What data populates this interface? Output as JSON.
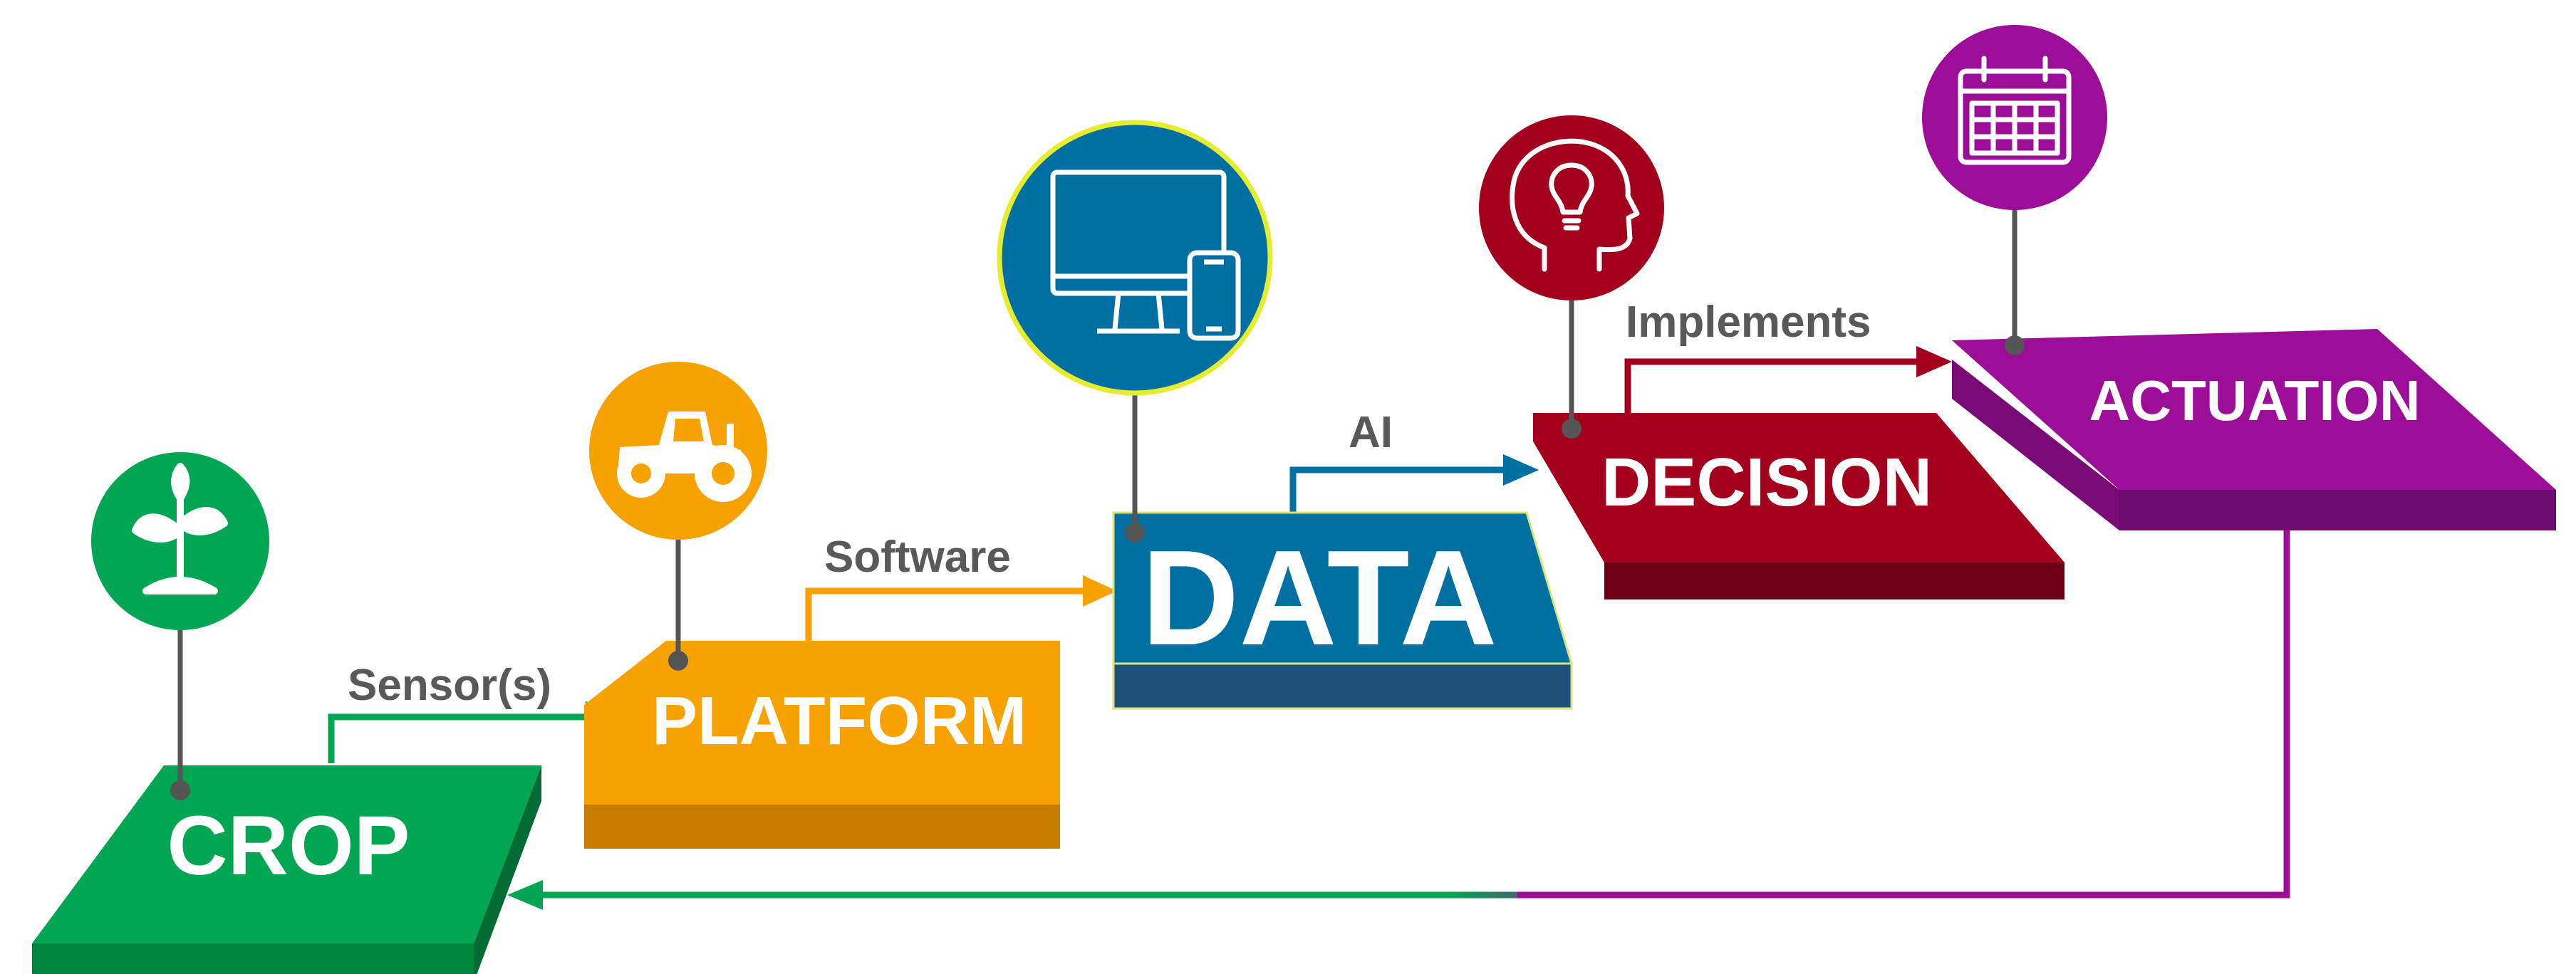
{
  "colors": {
    "crop": "#00a651",
    "platform": "#f7a200",
    "data": "#006fa1",
    "decision": "#a3001d",
    "actuation": "#9c0e97",
    "pin": "#555555",
    "connector_label": "#595959"
  },
  "stages": {
    "crop": {
      "label": "CROP",
      "icon": "plant-sprout-icon"
    },
    "platform": {
      "label": "PLATFORM",
      "icon": "tractor-icon"
    },
    "data": {
      "label": "DATA",
      "icon": "computer-monitor-phone-icon"
    },
    "decision": {
      "label": "DECISION",
      "icon": "head-lightbulb-icon"
    },
    "actuation": {
      "label": "ACTUATION",
      "icon": "calendar-icon"
    }
  },
  "connectors": {
    "crop_platform": "Sensor(s)",
    "platform_data": "Software",
    "data_decision": "AI",
    "decision_actuation": "Implements"
  }
}
